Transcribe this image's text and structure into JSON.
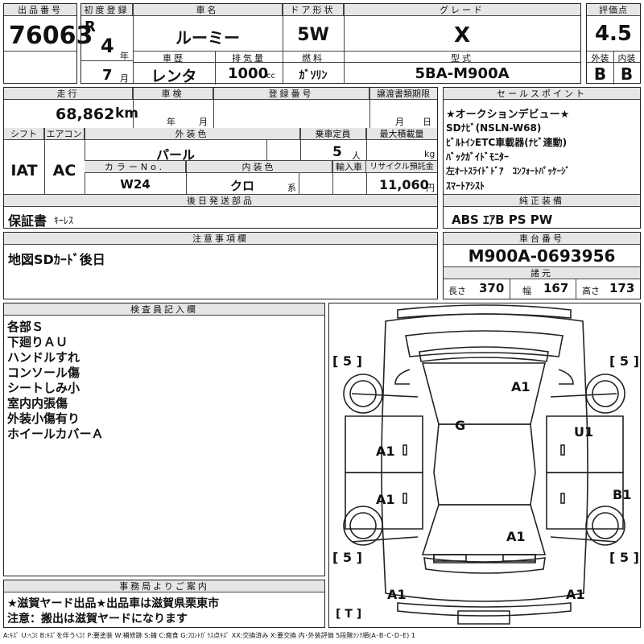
{
  "header": {
    "lot_no_label": "出品番号",
    "lot_no": "76063",
    "first_reg_label": "初度登録",
    "era": "R",
    "year": "4",
    "year_unit": "年",
    "month": "7",
    "month_unit": "月",
    "car_name_label": "車名",
    "car_name": "ルーミー",
    "door_label": "ドア形状",
    "door": "5W",
    "grade_label": "グレード",
    "grade": "X",
    "score_label": "評価点",
    "score": "4.5",
    "history_label": "車歴",
    "history": "レンタ",
    "displacement_label": "排気量",
    "displacement": "1000",
    "displacement_unit": "cc",
    "fuel_label": "燃料",
    "fuel": "ｶﾞｿﾘﾝ",
    "model_label": "型式",
    "model": "5BA-M900A",
    "ext_label": "外装",
    "int_label": "内装",
    "ext_grade": "B",
    "int_grade": "B"
  },
  "row2": {
    "mileage_label": "走行",
    "mileage": "68,862",
    "mileage_unit": "km",
    "inspection_label": "車検",
    "insp_year_unit": "年",
    "insp_month_unit": "月",
    "reg_no_label": "登録番号",
    "transfer_label": "譲渡書類期限",
    "transfer_month_unit": "月",
    "transfer_day_unit": "日",
    "shift_label": "シフト",
    "ac_label": "エアコン",
    "shift": "IAT",
    "ac": "AC",
    "color_label": "外装色",
    "color": "パール",
    "capacity_label": "乗車定員",
    "capacity": "5",
    "capacity_unit": "人",
    "max_load_label": "最大積載量",
    "max_load_unit": "kg",
    "color_no_label": "カラーNo.",
    "color_no": "W24",
    "interior_color_label": "内装色",
    "interior_color": "クロ",
    "interior_color_unit": "系",
    "import_label": "輸入車",
    "recycle_label": "リサイクル預託金",
    "recycle": "11,060",
    "recycle_unit": "円"
  },
  "sales_points": {
    "label": "セールスポイント",
    "lines": [
      "★オークションデビュー★",
      "SDﾅﾋﾞ(NSLN-W68)",
      "ﾋﾞﾙﾄｲﾝETC車載器(ﾅﾋﾞ連動)",
      "ﾊﾞｯｸｶﾞｲﾄﾞﾓﾆﾀｰ",
      "左ｵｰﾄｽﾗｲﾄﾞﾄﾞｱ　ｺﾝﾌｫｰﾄﾊﾟｯｹｰｼﾞ",
      "ｽﾏｰﾄｱｼｽﾄ"
    ]
  },
  "later_parts": {
    "label": "後日発送部品",
    "text_main": "保証書",
    "text_sub": "ｷｰﾚｽ"
  },
  "equipment": {
    "label": "純正装備",
    "text": "ABS ｴｱB PS PW"
  },
  "notes": {
    "label": "注意事項欄",
    "text": "地図SDｶｰﾄﾞ後日"
  },
  "chassis": {
    "label": "車台番号",
    "number": "M900A-0693956",
    "dims_label": "諸元",
    "length_label": "長さ",
    "length": "370",
    "width_label": "幅",
    "width": "167",
    "height_label": "高さ",
    "height": "173"
  },
  "inspector": {
    "label": "検査員記入欄",
    "lines": [
      "各部Ｓ",
      "下廻りＡＵ",
      "ハンドルすれ",
      "コンソール傷",
      "シートしみ小",
      "室内内張傷",
      "外装小傷有り",
      "ホイールカバーＡ"
    ]
  },
  "diagram": {
    "tires": [
      "[ 5 ]",
      "[ 5 ]",
      "[ 5 ]",
      "[ 5 ]",
      "[ T ]"
    ],
    "marks": [
      "A1",
      "G",
      "U1",
      "A1",
      "A1",
      "B1",
      "A1",
      "A1",
      "A1"
    ]
  },
  "office": {
    "label": "事務局よりご案内",
    "line1": "★滋賀ヤード出品★出品車は滋賀県栗東市",
    "line2": "注意：搬出は滋賀ヤードになります"
  },
  "legend": "A:ｷｽﾞ U:ﾍｺﾐ B:ｷｽﾞを伴うﾍｺﾐ P:要塗装 W:補修跡 S:錆 C:腐食 G:ﾌﾛﾝﾄｶﾞﾗｽ点ｷｽﾞ XX:交換済み X:要交換 内･外装評価 5段階ﾗﾝｸ順(A･B･C･D･E) 1"
}
